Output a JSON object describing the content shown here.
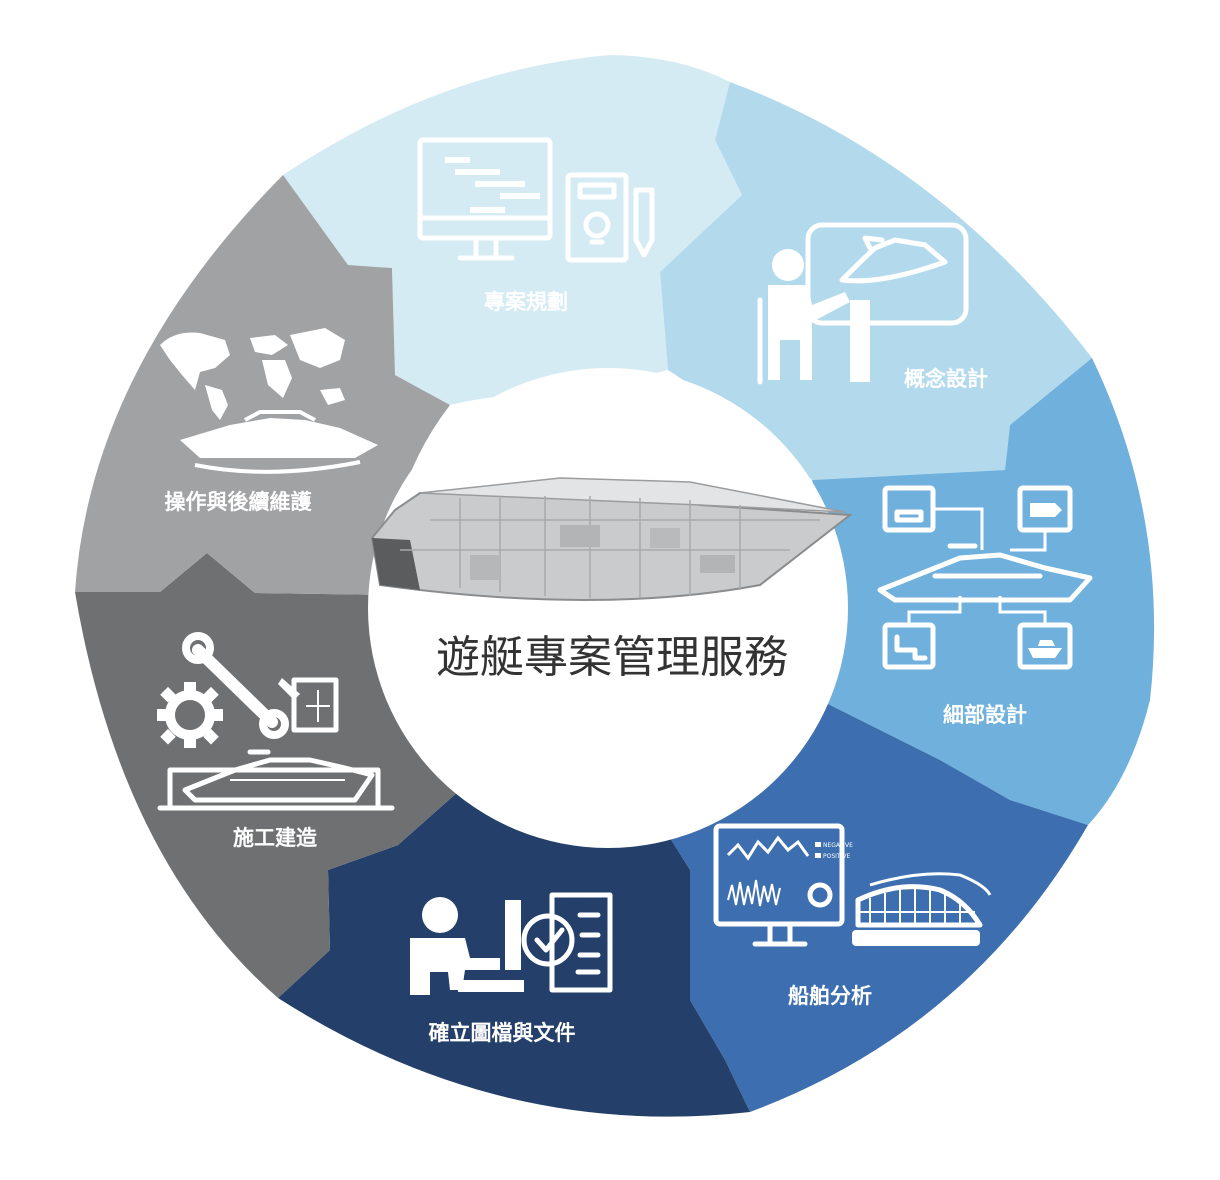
{
  "title": "遊艇專案管理服務",
  "segments": {
    "project_planning": {
      "label": "專案規劃",
      "color": "#d5ebf4"
    },
    "concept_design": {
      "label": "概念設計",
      "color": "#b3d9ec"
    },
    "detail_design": {
      "label": "細部設計",
      "color": "#6fb1dc"
    },
    "ship_analysis": {
      "label": "船舶分析",
      "color": "#3d6fb0"
    },
    "documents": {
      "label": "確立圖檔與文件",
      "color": "#233f6a"
    },
    "construction": {
      "label": "施工建造",
      "color": "#6f7072"
    },
    "operation": {
      "label": "操作與後續維護",
      "color": "#a1a2a4"
    }
  },
  "center": {
    "color": "#ffffff",
    "title_color": "#333333"
  },
  "icons": {
    "project_planning": [
      "gantt-chart-monitor-icon",
      "idea-clipboard-icon",
      "pencil-icon"
    ],
    "concept_design": [
      "designer-at-board-icon",
      "yacht-sketch-icon"
    ],
    "detail_design": [
      "sofa-icon",
      "hull-icon",
      "pipe-icon",
      "boat-icon",
      "yacht-icon"
    ],
    "ship_analysis": [
      "analysis-monitor-icon",
      "hull-mesh-icon"
    ],
    "documents": [
      "person-at-desk-icon",
      "checklist-icon"
    ],
    "construction": [
      "gear-icon",
      "wrench-icon",
      "blueprint-icon",
      "yacht-in-dock-icon"
    ],
    "operation": [
      "world-map-icon",
      "cruising-yacht-icon"
    ]
  },
  "analysis_legend": [
    "NEGATIVE",
    "POSITIVE"
  ]
}
